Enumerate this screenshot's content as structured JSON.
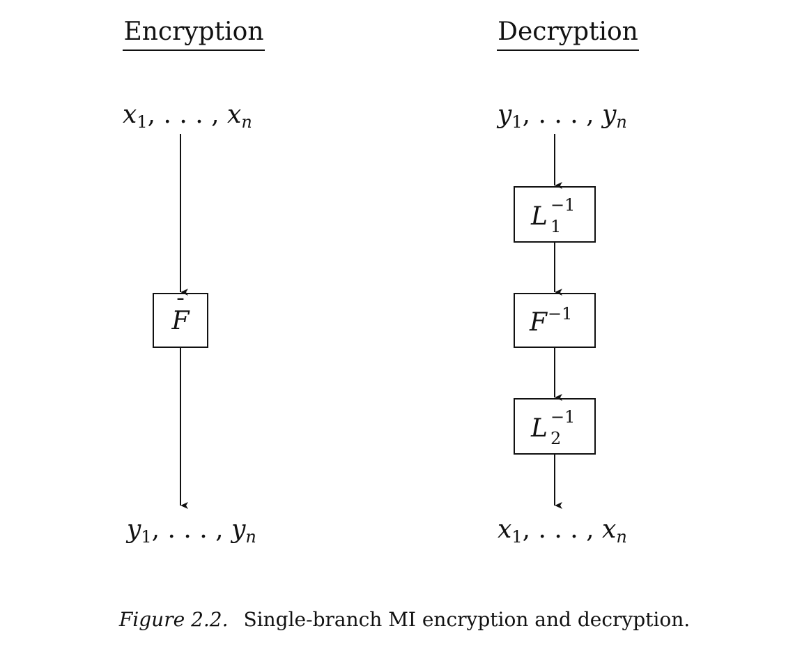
{
  "encryption": {
    "heading": "Encryption",
    "input": {
      "var": "x",
      "sub_first": "1",
      "sep": ", . . . , ",
      "sub_last": "n"
    },
    "box": {
      "symbol": "F",
      "bar": "¯"
    },
    "output": {
      "var": "y",
      "sub_first": "1",
      "sep": ", . . . , ",
      "sub_last": "n"
    }
  },
  "decryption": {
    "heading": "Decryption",
    "input": {
      "var": "y",
      "sub_first": "1",
      "sep": ", . . . , ",
      "sub_last": "n"
    },
    "boxes": [
      {
        "symbol": "L",
        "sub": "1",
        "sup": "−1"
      },
      {
        "symbol": "F",
        "sub": "",
        "sup": "−1"
      },
      {
        "symbol": "L",
        "sub": "2",
        "sup": "−1"
      }
    ],
    "output": {
      "var": "x",
      "sub_first": "1",
      "sep": ", . . . , ",
      "sub_last": "n"
    }
  },
  "caption": {
    "label": "Figure 2.2.",
    "text": "Single-branch MI encryption and decryption."
  }
}
